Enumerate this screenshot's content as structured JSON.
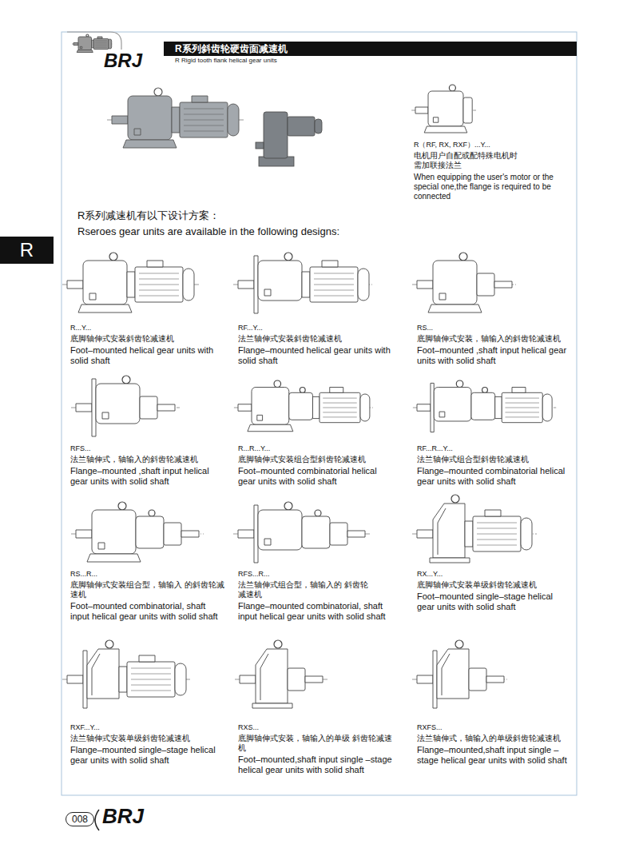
{
  "diagram": {
    "nodes": [
      {
        "text": [
          "R系列斜齿轮硬齿面减速机",
          "R Rigid tooth flank helical gear units"
        ]
      },
      {
        "text": [
          "R"
        ]
      },
      {
        "text": [
          "008"
        ]
      }
    ],
    "labels": [
      "BRJ",
      "R（RF, RX, RXF）...Y...",
      "电机用户自配或配特殊电机时 需加联接法兰",
      "When equipping the user's motor or the special one,the flange is required to be connected",
      "R系列减速机有以下设计方案：",
      "Rseroes gear units are available in the following designs:",
      "R...Y...",
      "底脚轴伸式安装斜齿轮减速机",
      "Foot–mounted helical gear units with solid shaft",
      "RF...Y...",
      "法兰轴伸式安装斜齿轮减速机",
      "Flange–mounted helical gear units with solid shaft",
      "RS...",
      "底脚轴伸式安装，轴输入的斜齿轮减速机",
      "Foot–mounted ,shaft input helical gear units with solid shaft",
      "RFS...",
      "法兰轴伸式，轴输入的斜齿轮减速机",
      "Flange–mounted ,shaft input helical gear units with solid shaft",
      "R...R...Y...",
      "底脚轴伸式安装组合型斜齿轮减速机",
      "Foot–mounted combinatorial helical gear units with solid shaft",
      "RF...R...Y...",
      "法兰轴伸式组合型斜齿轮减速机",
      "Flange–mounted combinatorial helical gear units with solid shaft",
      "RS...R...",
      "底脚轴伸式安装组合型，轴输入 的斜齿轮减速机",
      "Foot–mounted combinatorial, shaft input helical gear units with solid shaft",
      "RFS...R...",
      "法兰轴伸式组合型，轴输入的 斜齿轮减速机",
      "Flange–mounted combinatorial, shaft input helical gear units with solid shaft",
      "RX...Y...",
      "底脚轴伸式安装单级斜齿轮减速机",
      "Foot–mounted single–stage helical gear units with solid shaft",
      "RXF...Y...",
      "法兰轴伸式安装单级斜齿轮减速机",
      "Flange–mounted single–stage helical gear units with solid shaft",
      "RXS...",
      "底脚轴伸式安装，轴输入的单级 斜齿轮减速机",
      "Foot–mounted,shaft input single –stage helical gear units with solid shaft",
      "RXFS...",
      "法兰轴伸式，轴输入的单级斜齿轮减速机",
      "Flange–mounted,shaft input single –stage helical gear units with solid shaft",
      "BRJ"
    ]
  }
}
